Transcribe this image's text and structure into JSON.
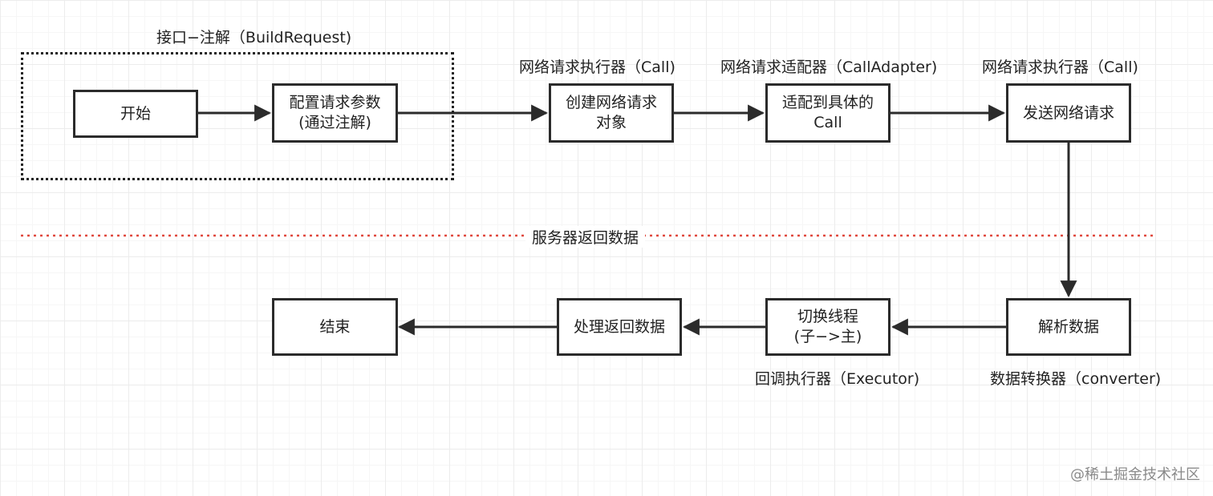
{
  "colors": {
    "stroke": "#2b2b2b",
    "divider": "#e0483e"
  },
  "group": {
    "label": "接口−注解（BuildRequest)"
  },
  "nodes": {
    "start": "开始",
    "config_params": "配置请求参数\n(通过注解)",
    "create_request": "创建网络请求\n对象",
    "adapt_call": "适配到具体的\nCall",
    "send_request": "发送网络请求",
    "parse_data": "解析数据",
    "switch_thread": "切换线程\n(子−>主)",
    "process_data": "处理返回数据",
    "end": "结束"
  },
  "labels": {
    "call_executor_1": "网络请求执行器（Call)",
    "call_adapter": "网络请求适配器（CallAdapter)",
    "call_executor_2": "网络请求执行器（Call)",
    "callback_executor": "回调执行器（Executor)",
    "converter": "数据转换器（converter)"
  },
  "divider": {
    "label": "服务器返回数据"
  },
  "watermark": "@稀土掘金技术社区"
}
